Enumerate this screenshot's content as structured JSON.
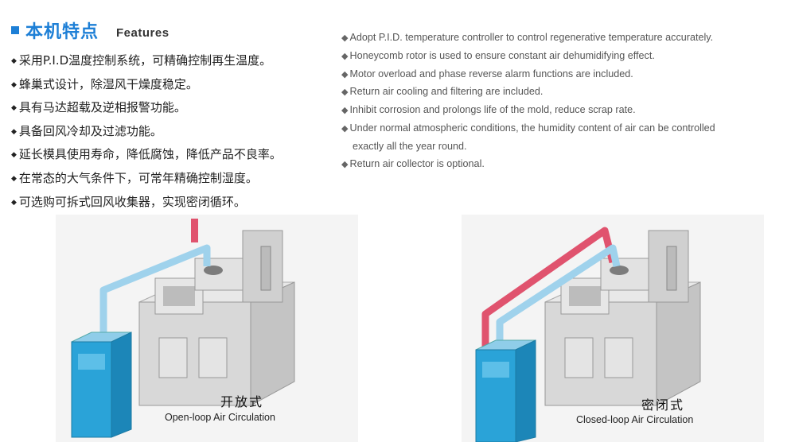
{
  "header": {
    "title_zh": "本机特点",
    "title_en": "Features",
    "accent": "#1d7fd6"
  },
  "features_zh": [
    "采用P.I.D温度控制系统，可精确控制再生温度。",
    "蜂巢式设计，除湿风干燥度稳定。",
    "具有马达超载及逆相报警功能。",
    "具备回风冷却及过滤功能。",
    "延长模具使用寿命，降低腐蚀，降低产品不良率。",
    "在常态的大气条件下，可常年精确控制湿度。",
    "可选购可拆式回风收集器，实现密闭循环。"
  ],
  "features_en": [
    {
      "text": "Adopt P.I.D. temperature controller to control regenerative temperature accurately.",
      "cont": ""
    },
    {
      "text": "Honeycomb rotor is used to ensure constant air dehumidifying effect.",
      "cont": ""
    },
    {
      "text": "Motor overload and phase reverse alarm functions are included.",
      "cont": ""
    },
    {
      "text": "Return  air  cooling and filtering are included.",
      "cont": ""
    },
    {
      "text": "Inhibit  corrosion  and  prolongs  life  of  the  mold,   reduce  scrap  rate.",
      "cont": ""
    },
    {
      "text": "Under normal atmospheric conditions, the humidity content of air can be controlled",
      "cont": "exactly all the year round."
    },
    {
      "text": "Return  air  collector  is  optional.",
      "cont": ""
    }
  ],
  "figures": {
    "open": {
      "caption_zh": "开放式",
      "caption_en": "Open-loop Air Circulation"
    },
    "closed": {
      "caption_zh": "密闭式",
      "caption_en": "Closed-loop Air Circulation"
    }
  },
  "colors": {
    "dryer": "#2aa3d8",
    "pipe_blue": "#9fd2ec",
    "pipe_red": "#e0536e",
    "machine": "#d6d6d6"
  }
}
